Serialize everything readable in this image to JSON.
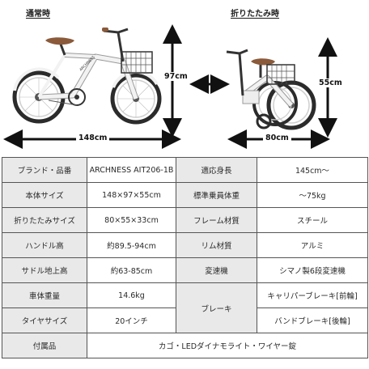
{
  "captions": {
    "normal": "通常時",
    "folded": "折りたたみ時"
  },
  "dimensions": {
    "normal_height": "97cm",
    "normal_width": "148cm",
    "folded_height": "55cm",
    "folded_width": "80cm",
    "frame_logo": "ARCHNESS"
  },
  "colors": {
    "frame": "#f2f2f2",
    "frame_outline": "#9a9a9a",
    "saddle": "#8a5a3a",
    "tire": "#2b2b2b",
    "arrow": "#111111",
    "label_bg": "#e9e9e9",
    "border": "#555555"
  },
  "spec": {
    "rows": [
      {
        "l1": "ブランド・品番",
        "v1": "ARCHNESS AIT206-1B",
        "l2": "適応身長",
        "v2": "145cm～"
      },
      {
        "l1": "本体サイズ",
        "v1": "148×97×55cm",
        "l2": "標準乗員体重",
        "v2": "～75kg"
      },
      {
        "l1": "折りたたみサイズ",
        "v1": "80×55×33cm",
        "l2": "フレーム材質",
        "v2": "スチール"
      },
      {
        "l1": "ハンドル高",
        "v1": "約89.5-94cm",
        "l2": "リム材質",
        "v2": "アルミ"
      },
      {
        "l1": "サドル地上高",
        "v1": "約63-85cm",
        "l2": "変速機",
        "v2": "シマノ製6段変速機"
      },
      {
        "l1": "車体重量",
        "v1": "14.6kg",
        "l2": "ブレーキ",
        "v2": "キャリパーブレーキ[前輪]"
      },
      {
        "l1": "タイヤサイズ",
        "v1": "20インチ",
        "v2": "バンドブレーキ[後輪]"
      },
      {
        "l1": "付属品",
        "v1": "カゴ・LEDダイナモライト・ワイヤー錠"
      }
    ]
  }
}
